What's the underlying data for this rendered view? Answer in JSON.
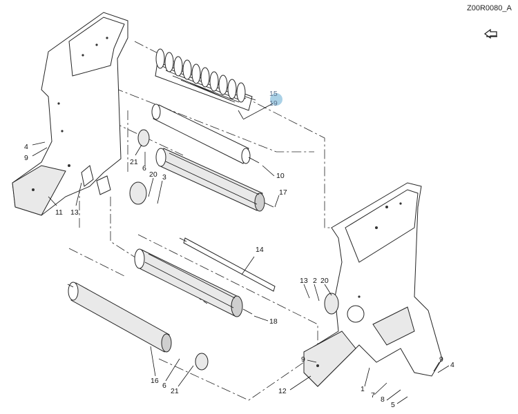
{
  "drawing_id": "Z00R0080_A",
  "nav_icon": "return-arrow-icon",
  "highlight_color": "#8ec1de",
  "callouts": [
    "15",
    "19",
    "10",
    "17",
    "14",
    "18",
    "16",
    "6",
    "21",
    "4",
    "9",
    "11",
    "13",
    "20",
    "3",
    "12",
    "1",
    "7",
    "8",
    "5",
    "2"
  ]
}
